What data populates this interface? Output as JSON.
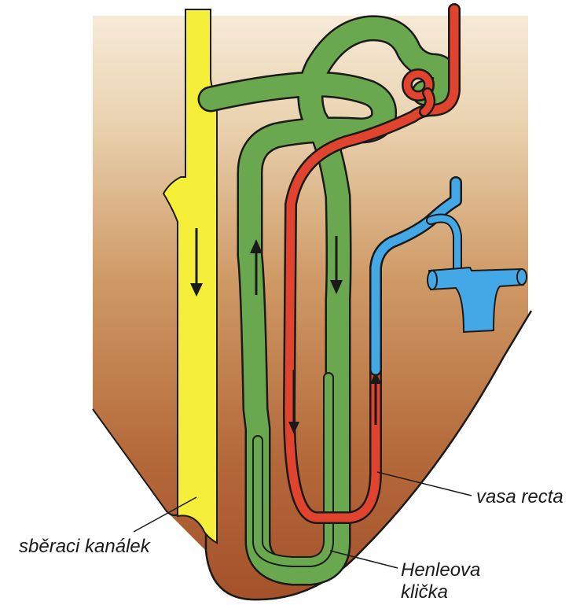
{
  "labels": {
    "collecting_duct": "sběraci kanálek",
    "vasa_recta": "vasa recta",
    "loop_of_henle_line1": "Henleova",
    "loop_of_henle_line2": "klička"
  },
  "colors": {
    "collecting_duct": "#f5ef3a",
    "nephron_tubule": "#6aa84f",
    "vasa_recta": "#e0442e",
    "vein": "#45a8e6",
    "tissue_light": "#ead3b0",
    "tissue_dark": "#a8562c",
    "outline": "#1a1a1a"
  }
}
